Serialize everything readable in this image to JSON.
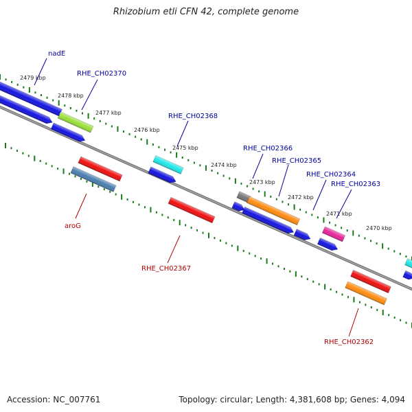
{
  "title": "Rhizobium etli CFN 42, complete genome",
  "footer": {
    "accession": "Accession: NC_007761",
    "summary": "Topology: circular; Length: 4,381,608 bp; Genes: 4,094"
  },
  "colors": {
    "backbone": "#777777",
    "tick": "#1a7a1a",
    "forward_label": "#00009c",
    "reverse_label": "#b00000"
  },
  "ruler": {
    "labels": [
      "2479 kbp",
      "2478 kbp",
      "2477 kbp",
      "2476 kbp",
      "2475 kbp",
      "2474 kbp",
      "2473 kbp",
      "2472 kbp",
      "2471 kbp",
      "2470 kbp"
    ]
  },
  "genes": {
    "forward_labels": [
      "nadE",
      "RHE_CH02370",
      "RHE_CH02368",
      "RHE_CH02366",
      "RHE_CH02365",
      "RHE_CH02364",
      "RHE_CH02363"
    ],
    "reverse_labels": [
      "aroG",
      "RHE_CH02367",
      "RHE_CH02362"
    ]
  }
}
